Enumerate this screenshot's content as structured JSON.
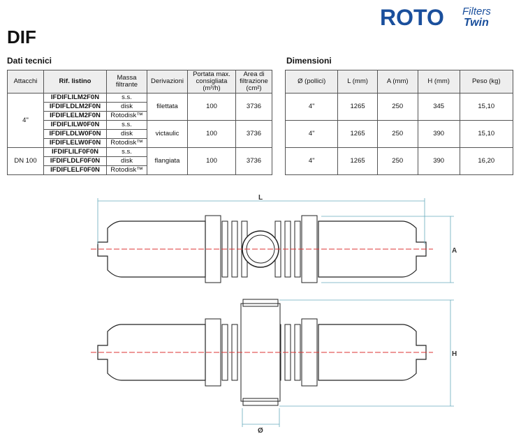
{
  "title": "DIF",
  "logo": {
    "text": "ROTO",
    "sub1": "Filters",
    "sub2": "Twin",
    "color": "#1a4f9c"
  },
  "tech": {
    "heading": "Dati tecnici",
    "headers": [
      "Attacchi",
      "Rif. listino",
      "Massa filtrante",
      "Derivazioni",
      "Portata max. consigliata (m³/h)",
      "Area di filtrazione (cm²)"
    ],
    "groups": [
      {
        "attacchi": "4\"",
        "derivazione": "filettata",
        "portata": "100",
        "area": "3736",
        "items": [
          [
            "IFDIFLILM2F0N",
            "s.s."
          ],
          [
            "IFDIFLDLM2F0N",
            "disk"
          ],
          [
            "IFDIFLELM2F0N",
            "Rotodisk™"
          ]
        ]
      },
      {
        "attacchi": "",
        "derivazione": "victaulic",
        "portata": "100",
        "area": "3736",
        "items": [
          [
            "IFDIFLILW0F0N",
            "s.s."
          ],
          [
            "IFDIFLDLW0F0N",
            "disk"
          ],
          [
            "IFDIFLELW0F0N",
            "Rotodisk™"
          ]
        ]
      },
      {
        "attacchi": "DN 100",
        "derivazione": "flangiata",
        "portata": "100",
        "area": "3736",
        "items": [
          [
            "IFDIFLILF0F0N",
            "s.s."
          ],
          [
            "IFDIFLDLF0F0N",
            "disk"
          ],
          [
            "IFDIFLELF0F0N",
            "Rotodisk™"
          ]
        ]
      }
    ]
  },
  "dims": {
    "heading": "Dimensioni",
    "headers": [
      "Ø (pollici)",
      "L (mm)",
      "A (mm)",
      "H (mm)",
      "Peso (kg)"
    ],
    "rows": [
      [
        "4\"",
        "1265",
        "250",
        "345",
        "15,10"
      ],
      [
        "4\"",
        "1265",
        "250",
        "390",
        "15,10"
      ],
      [
        "4\"",
        "1265",
        "250",
        "390",
        "16,20"
      ]
    ]
  },
  "drawing": {
    "L": "L",
    "A": "A",
    "H": "H",
    "D": "Ø"
  }
}
